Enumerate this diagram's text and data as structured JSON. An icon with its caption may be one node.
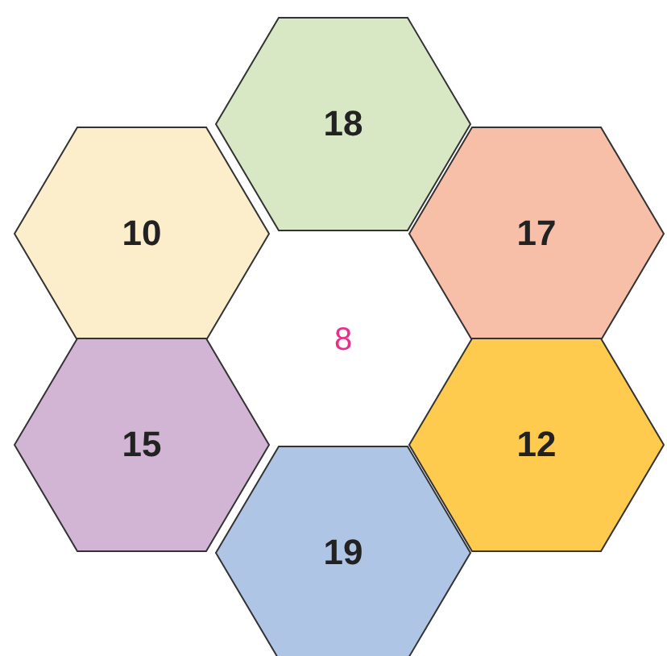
{
  "diagram": {
    "nodes": [
      {
        "text": [
          "18"
        ]
      },
      {
        "text": [
          "10"
        ]
      },
      {
        "text": [
          "17"
        ]
      },
      {
        "text": [
          "15"
        ]
      },
      {
        "text": [
          "12"
        ]
      },
      {
        "text": [
          "19"
        ]
      }
    ],
    "labels": [
      "8"
    ]
  }
}
